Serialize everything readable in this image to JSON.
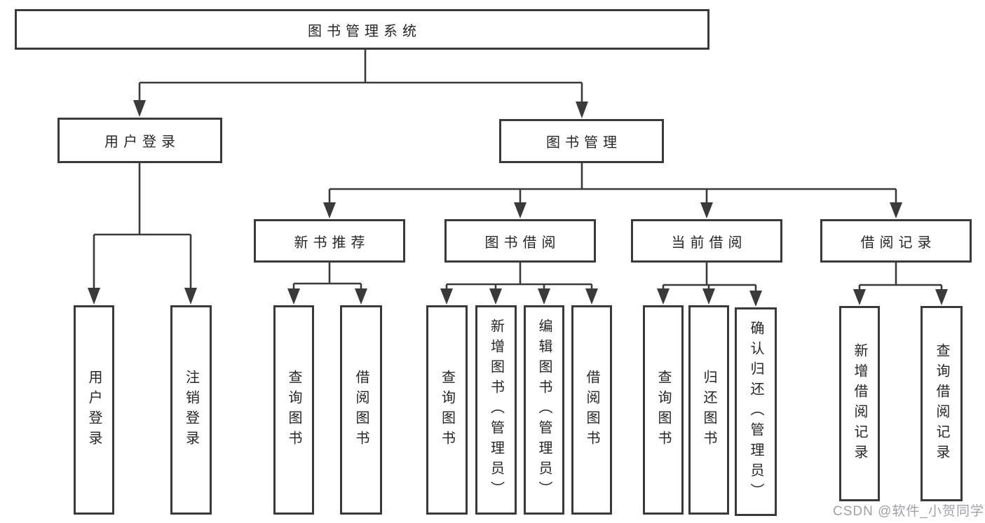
{
  "diagram": {
    "root": {
      "label": "图书管理系统"
    },
    "branches": [
      {
        "label": "用户登录",
        "children": [
          {
            "label": "用户登录"
          },
          {
            "label": "注销登录"
          }
        ]
      },
      {
        "label": "图书管理",
        "groups": [
          {
            "label": "新书推荐",
            "children": [
              {
                "label": "查询图书"
              },
              {
                "label": "借阅图书"
              }
            ]
          },
          {
            "label": "图书借阅",
            "children": [
              {
                "label": "查询图书"
              },
              {
                "label": "新增图书（管理员）"
              },
              {
                "label": "编辑图书（管理员）"
              },
              {
                "label": "借阅图书"
              }
            ]
          },
          {
            "label": "当前借阅",
            "children": [
              {
                "label": "查询图书"
              },
              {
                "label": "归还图书"
              },
              {
                "label": "确认归还（管理员）"
              }
            ]
          },
          {
            "label": "借阅记录",
            "children": [
              {
                "label": "新增借阅记录"
              },
              {
                "label": "查询借阅记录"
              }
            ]
          }
        ]
      }
    ]
  },
  "watermark": {
    "text": "CSDN @软件_小贺同学"
  },
  "colors": {
    "line": "#3a3a3a",
    "text": "#262626",
    "watermark": "#9fa1a6",
    "bg": "#ffffff"
  }
}
